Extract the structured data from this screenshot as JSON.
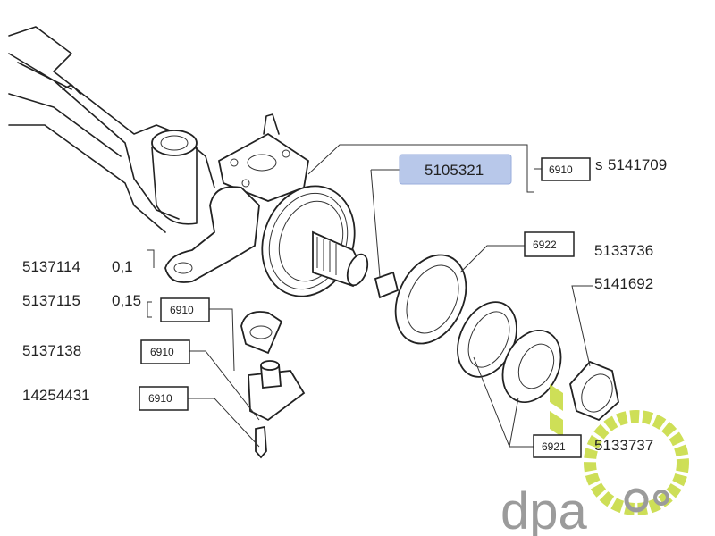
{
  "diagram": {
    "highlight_color": "#b8c8ea",
    "highlighted_part": "5105321",
    "callouts": [
      {
        "part": "5141709",
        "prefix": "s",
        "ref": "6910"
      },
      {
        "part": "5133736",
        "ref": "6922"
      },
      {
        "part": "5141692"
      },
      {
        "part": "5137114",
        "qty": "0,1"
      },
      {
        "part": "5137115",
        "qty": "0,15",
        "ref": "6910"
      },
      {
        "part": "5137138",
        "ref": "6910"
      },
      {
        "part": "14254431",
        "ref": "6910"
      },
      {
        "part": "5133737",
        "ref": "6921"
      }
    ]
  },
  "watermark": {
    "text": "dpa",
    "gear_color": "#c5d93a",
    "text_color": "#8a8a8a"
  }
}
